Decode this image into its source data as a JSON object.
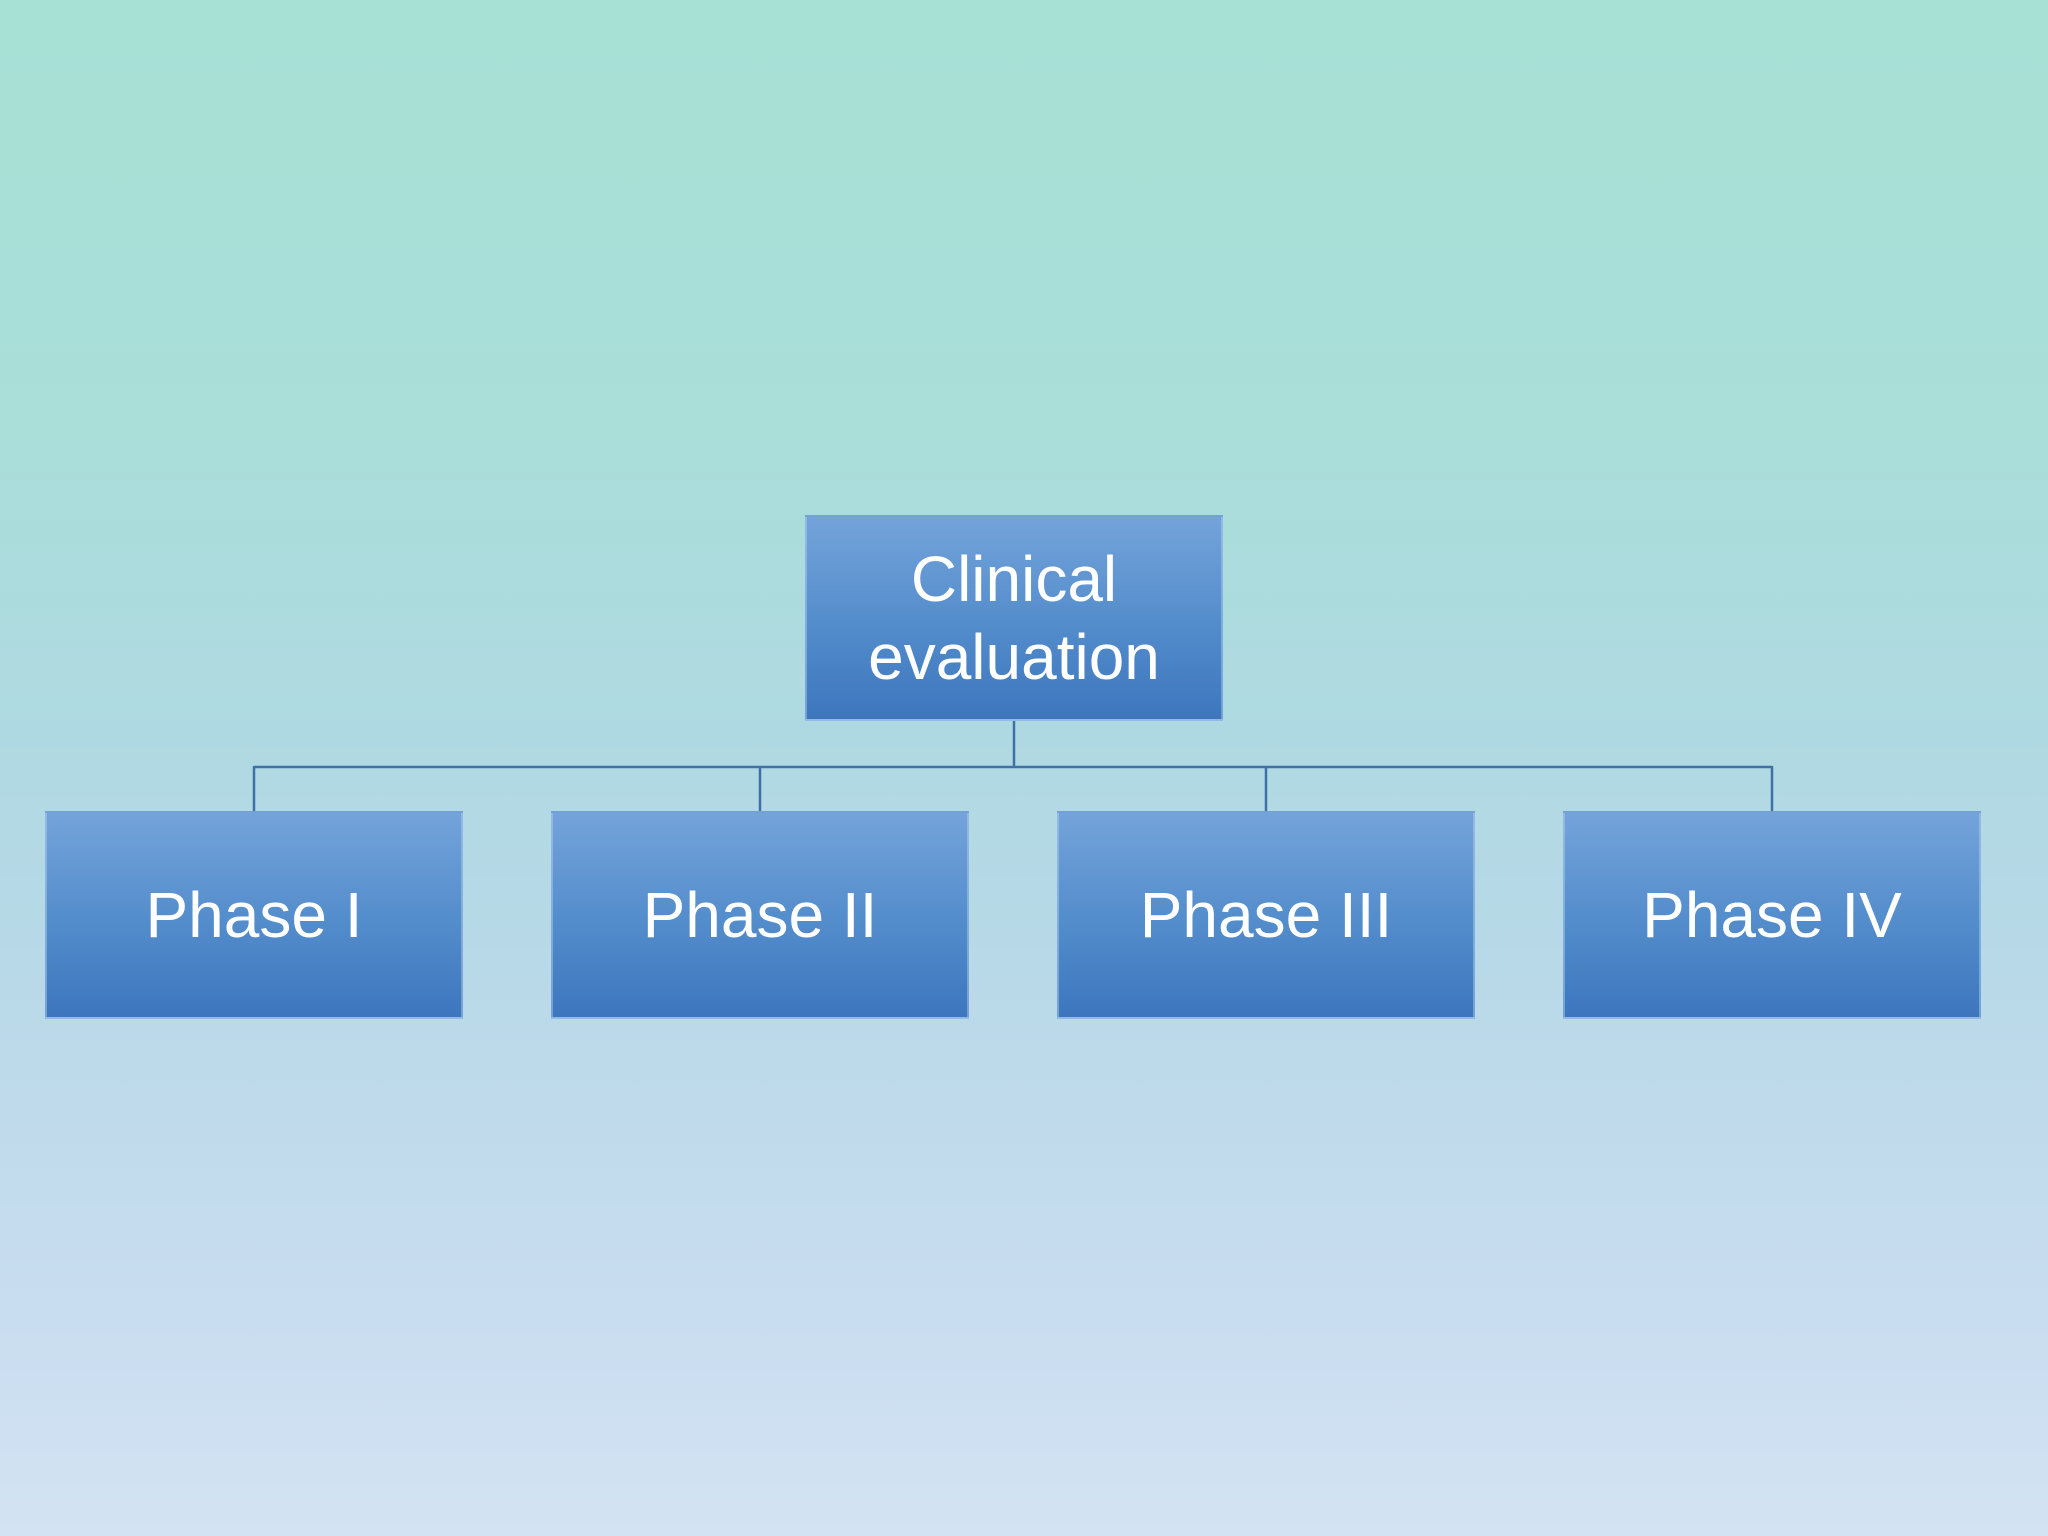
{
  "diagram": {
    "type": "hierarchy-org-chart",
    "root": {
      "label": "Clinical evaluation"
    },
    "children": [
      {
        "label": "Phase I"
      },
      {
        "label": "Phase II"
      },
      {
        "label": "Phase III"
      },
      {
        "label": "Phase IV"
      }
    ],
    "colors": {
      "background_top": "#a7e1d5",
      "background_bottom": "#d3e3f3",
      "box_gradient_top": "#74a3da",
      "box_gradient_bottom": "#3d76bd",
      "box_border": "rgba(185,215,242,0.45)",
      "connector": "#3f70a6",
      "text": "#ffffff"
    }
  }
}
